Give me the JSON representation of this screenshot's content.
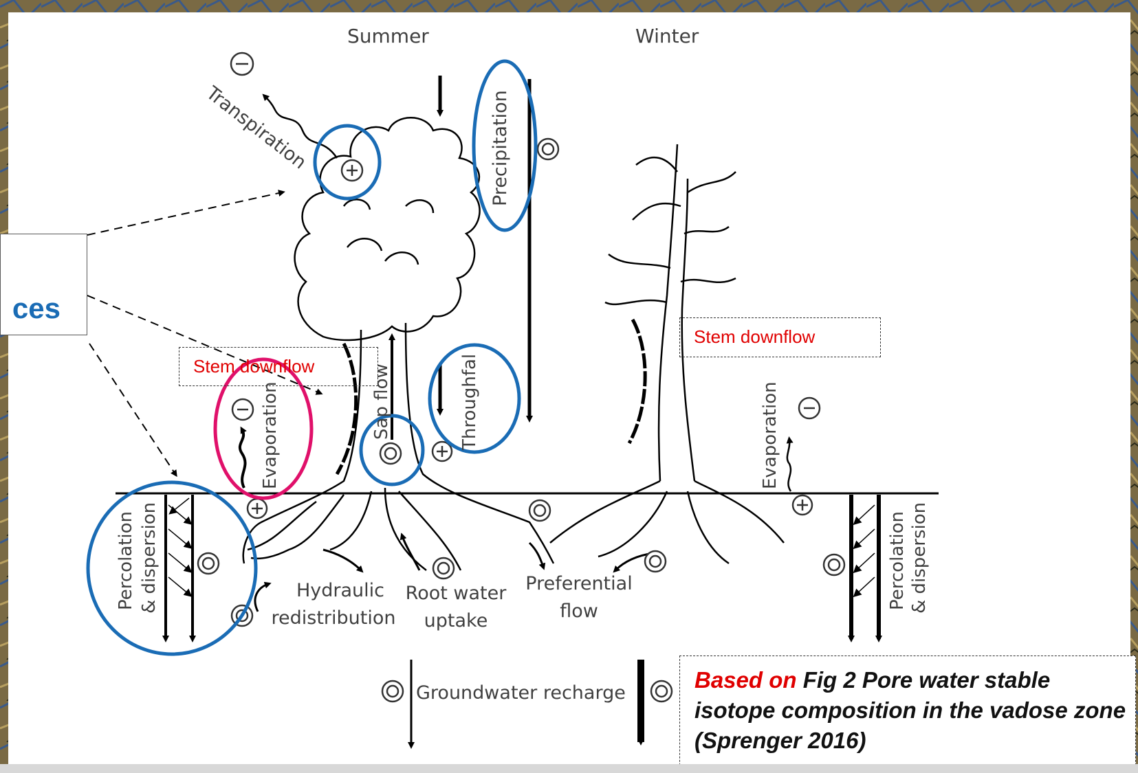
{
  "season_summer": "Summer",
  "season_winter": "Winter",
  "callout_text": "ces",
  "labels": {
    "transpiration": "Transpiration",
    "precipitation": "Precipitation",
    "sap_flow": "Sap flow",
    "throughfall": "Throughfal",
    "evaporation_left": "Evaporation",
    "evaporation_right": "Evaporation",
    "percolation_left_1": "Percolation",
    "percolation_left_2": "& dispersion",
    "percolation_right_1": "Percolation",
    "percolation_right_2": "& dispersion",
    "hydraulic_1": "Hydraulic",
    "hydraulic_2": "redistribution",
    "root_1": "Root water",
    "root_2": "uptake",
    "preferential_1": "Preferential",
    "preferential_2": "flow",
    "groundwater": "Groundwater recharge"
  },
  "stem_downflow_left": "Stem downflow",
  "stem_downflow_right": "Stem downflow",
  "caption": {
    "based_on": "Based on",
    "rest": " Fig 2 Pore water stable isotope composition in the vadose zone (Sprenger 2016)"
  },
  "isotope_symbols": {
    "minus": "⊖",
    "plus": "⊕",
    "neutral": "◎"
  },
  "colors": {
    "blue_highlight": "#1a6cb5",
    "pink_highlight": "#e0106a",
    "red_text": "#e00000"
  }
}
